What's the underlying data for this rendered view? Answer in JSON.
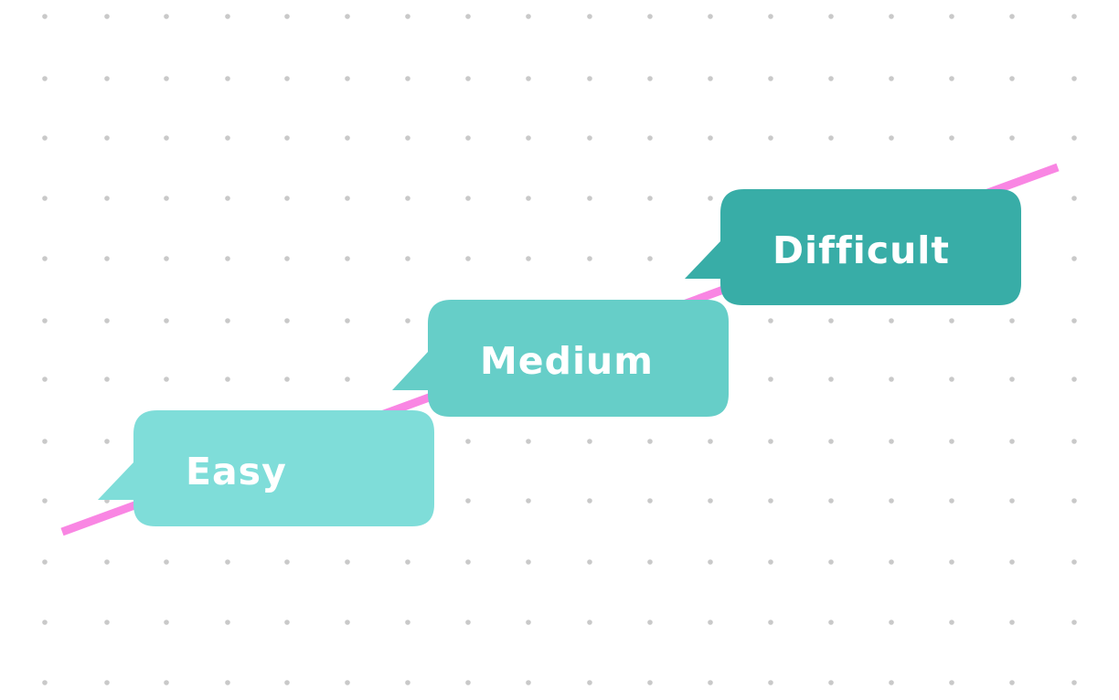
{
  "levels": [
    {
      "label": "Easy",
      "color": "#7FDDD9"
    },
    {
      "label": "Medium",
      "color": "#66CEC8"
    },
    {
      "label": "Difficult",
      "color": "#38ADA7"
    }
  ],
  "trend_line_color": "#F986E3",
  "grid_dot_color": "#C9C9C9"
}
